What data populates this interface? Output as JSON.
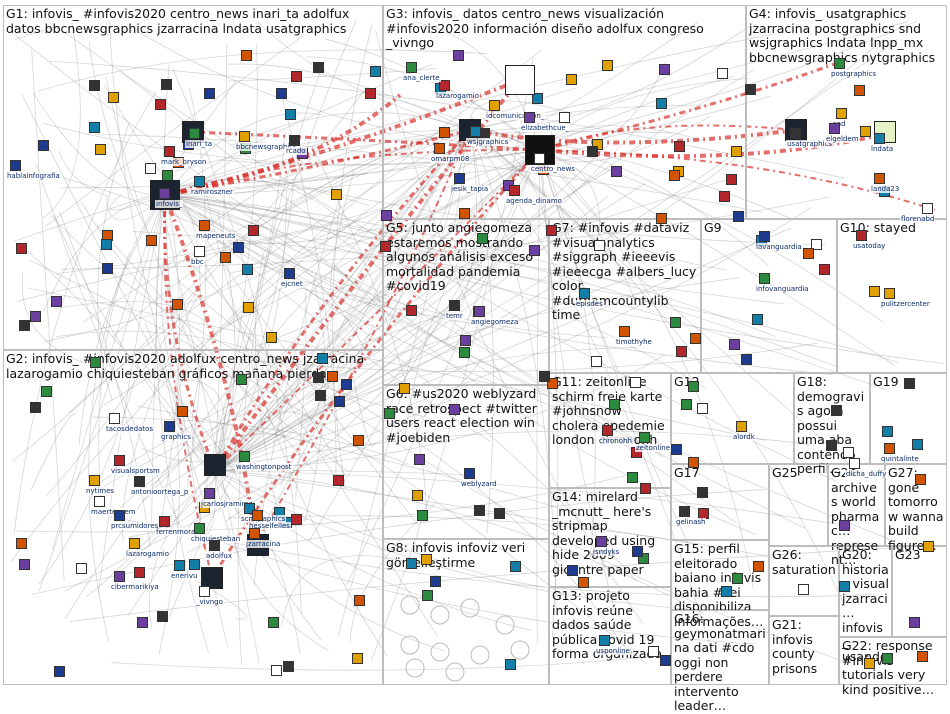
{
  "groups": [
    {
      "id": "G1",
      "title": "G1: infovis_ #infovis2020 centro_news inari_ta adolfux datos bbcnewsgraphics jzarracina lndata usatgraphics"
    },
    {
      "id": "G2",
      "title": "G2: infovis_ #infovis2020 adolfux centro_news jzarracina lazarogamio chiquiesteban gráficos mañana pierdas"
    },
    {
      "id": "G3",
      "title": "G3: infovis_ datos centro_news visualización #infovis2020 información diseño adolfux congreso _vivngo"
    },
    {
      "id": "G4",
      "title": "G4: infovis_ usatgraphics jzarracina postgraphics snd wsjgraphics lndata lnpp_mx bbcnewsgraphics nytgraphics"
    },
    {
      "id": "G5",
      "title": "G5: junto angiegomeza estaremos mostrando algunos análisis exceso mortalidad pandemia #covid19"
    },
    {
      "id": "G6",
      "title": "G6: #us2020 weblyzard race retrospect #twitter users react election win #joebiden"
    },
    {
      "id": "G7",
      "title": "G7: #infovis #dataviz #visualanalytics #siggraph #ieeevis #ieeecga #albers_lucy color #durhamcountylib time"
    },
    {
      "id": "G8",
      "title": "G8: infovis infoviz veri görselleştirme"
    },
    {
      "id": "G9",
      "title": "G9"
    },
    {
      "id": "G10",
      "title": "G10: stayed"
    },
    {
      "id": "G11",
      "title": "G11: zeitonline schirm freie karte #johnsnow cholera epedemie london chronohh"
    },
    {
      "id": "G12",
      "title": "G12"
    },
    {
      "id": "G13",
      "title": "G13: projeto infovis reúne dados saúde pública covid 19 forma organizada"
    },
    {
      "id": "G14",
      "title": "G14: mirelard _mcnutt_ here's stripmap developed using hide 2009 gicentre paper"
    },
    {
      "id": "G15",
      "title": "G15: perfil eleitorado baiano infovis bahia #sei disponibiliza informações…"
    },
    {
      "id": "G16",
      "title": "G16: geymonatmarina dati #cdo oggi non perdere intervento leader…"
    },
    {
      "id": "G17",
      "title": "G17"
    },
    {
      "id": "G18",
      "title": "G18: demogravis agora possui uma aba contendo perfil…"
    },
    {
      "id": "G19",
      "title": "G19"
    },
    {
      "id": "G20",
      "title": "G20: historias visual jzarraci… infovis_ usando"
    },
    {
      "id": "G21",
      "title": "G21: infovis county prisons"
    },
    {
      "id": "G22",
      "title": "G22: response #infovis tutorials very kind positive…"
    },
    {
      "id": "G23",
      "title": "G23"
    },
    {
      "id": "G24",
      "title": "G24: archives world pharmac… represent…"
    },
    {
      "id": "G25",
      "title": "G25"
    },
    {
      "id": "G26",
      "title": "G26: saturation"
    },
    {
      "id": "G27",
      "title": "G27: gone tomorrow wanna build figure…"
    }
  ],
  "node_labels": [
    "hablainfografia",
    "mark_bryson",
    "inari_ta",
    "bbcnewsgraphics",
    "rcado",
    "infovis_",
    "ramiroszner",
    "mapeneuts",
    "bbc",
    "ejcnet",
    "lazarogamio",
    "ana_clerte",
    "idcomunicacion_",
    "wsj",
    "elizabethcue_",
    "wsjgraphics",
    "omarpm08",
    "centro_news",
    "jesik_tapia",
    "agenda_dinamo",
    "postgraphics",
    "snd",
    "usatgraphics",
    "elgeldem",
    "lndata",
    "landa23",
    "florenabd",
    "lavanguardia",
    "usatoday",
    "infovanguardia",
    "pulitzercenter",
    "temr",
    "angiegomeza",
    "episdes",
    "timothyhe",
    "tacosdedatos",
    "graphics",
    "visualsportsm",
    "washingtonpost",
    "nytimes",
    "antonioortega_p",
    "jcarlosjramirez",
    "scmgraphics",
    "hesselfelles",
    "maertenzem",
    "prcsumidores",
    "ferrenmorales",
    "chiquiesteban",
    "lazarogamio",
    "adolfux",
    "cibermarikiya",
    "enerivu",
    "jzarracina",
    "_vivngo",
    "weblyzard",
    "chronohh",
    "zeitonline",
    "alordk",
    "gelinash",
    "jsndyks",
    "usponline",
    "quintalinte",
    "dicha_duffy"
  ],
  "colors": {
    "edge": "#8a8a8a",
    "strong_edge": "#d9312b",
    "group_border": "#bdbdbd",
    "label": "#0a2a6b"
  }
}
